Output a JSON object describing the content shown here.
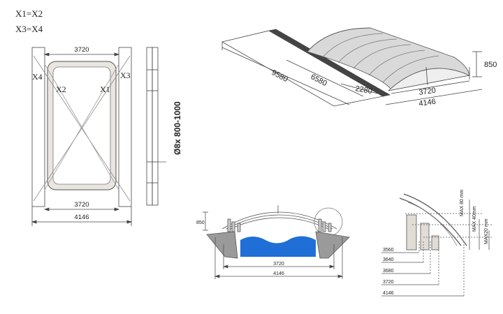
{
  "legend": {
    "eq1": "X1=X2",
    "eq2": "X3=X4"
  },
  "plan": {
    "top_width": "3720",
    "bottom_width": "3720",
    "overall_width": "4146",
    "diag_x1": "X1",
    "diag_x2": "X2",
    "diag_x3": "X3",
    "diag_x4": "X4",
    "anchor_label": "Ø8x 800-1000"
  },
  "iso": {
    "length": "9580",
    "mid_length": "6580",
    "short_length": "2280",
    "inner_width": "3720",
    "outer_width": "4146",
    "height": "850"
  },
  "section": {
    "height": "850",
    "inner_width": "3720",
    "outer_width": "4146",
    "colors": {
      "water": "#1f6fd6",
      "concrete": "#9a9a9a"
    }
  },
  "detail": {
    "max_80": "MAX 80 mm",
    "max_40": "MAX 40mm",
    "max_20": "MAX20 mm",
    "rows": [
      "3560",
      "3640",
      "3680",
      "3720",
      "4146"
    ]
  }
}
